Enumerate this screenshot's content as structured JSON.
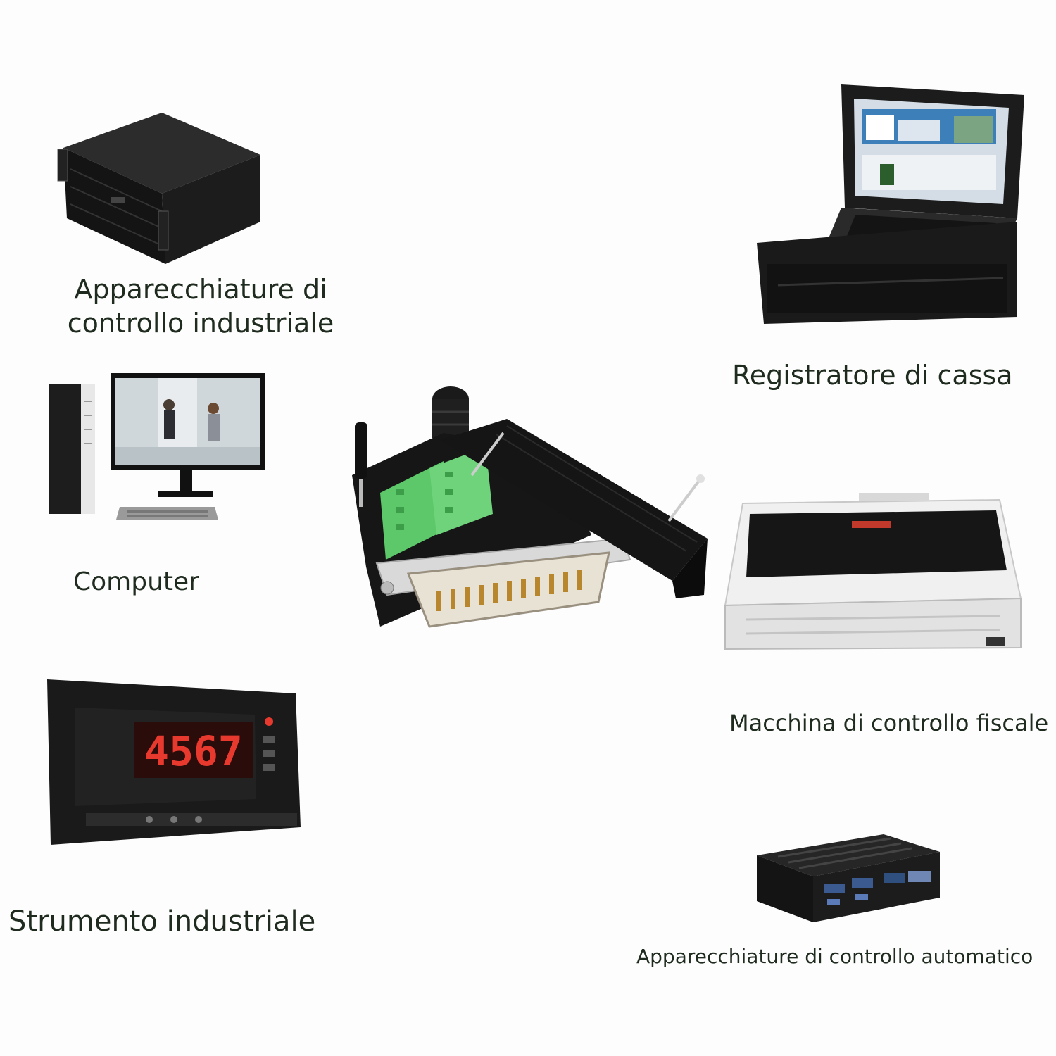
{
  "colors": {
    "text": "#1f2b1f",
    "terminal_green": "#5cc86a",
    "display_red": "#e8392e",
    "device_black": "#121212"
  },
  "center_product": {
    "icon": "db25-terminal-breakout-connector-icon"
  },
  "applications": [
    {
      "id": "industrial-control",
      "label_line1": "Apparecchiature di",
      "label_line2": "controllo industriale",
      "icon": "rack-server-chassis-icon"
    },
    {
      "id": "computer",
      "label": "Computer",
      "icon": "desktop-computer-icon"
    },
    {
      "id": "industrial-instrument",
      "label": "Strumento industriale",
      "icon": "panel-meter-icon",
      "display_value": "4567"
    },
    {
      "id": "cash-register",
      "label": "Registratore di cassa",
      "icon": "rugged-laptop-icon"
    },
    {
      "id": "fiscal-machine",
      "label": "Macchina di controllo fiscale",
      "icon": "dot-matrix-printer-icon"
    },
    {
      "id": "automatic-control",
      "label": "Apparecchiature di controllo automatico",
      "icon": "fanless-mini-pc-icon"
    }
  ]
}
